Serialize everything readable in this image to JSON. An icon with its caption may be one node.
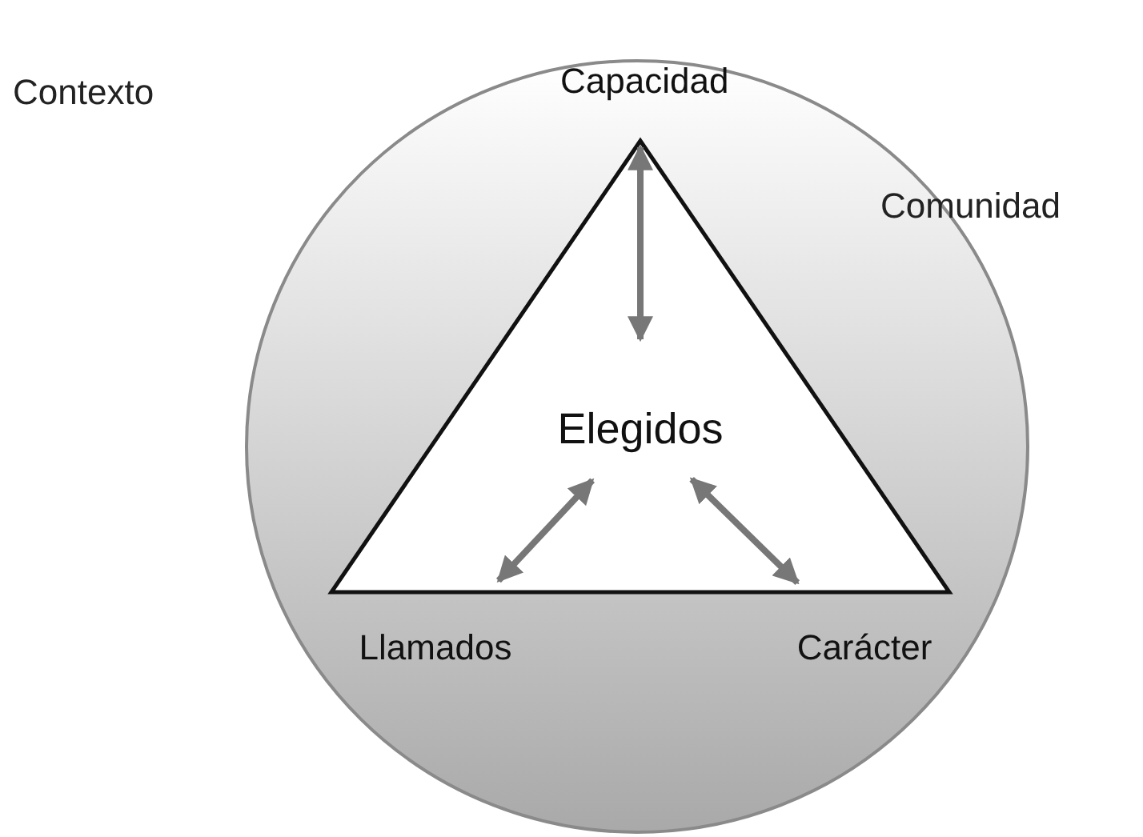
{
  "diagram": {
    "nodes": [
      {
        "text": [
          "Comunidad"
        ]
      },
      {
        "text": [],
        "shape": "triangle",
        "in": 0
      },
      {
        "text": [
          "Capacidad"
        ],
        "in": 0
      },
      {
        "text": [
          "Elegidos"
        ],
        "in": 1
      },
      {
        "text": [
          "Llamados"
        ],
        "in": 0
      },
      {
        "text": [
          "Carácter"
        ],
        "in": 0
      }
    ],
    "edges": [
      {
        "from": 3,
        "to": 2,
        "arrow": "both"
      },
      {
        "from": 3,
        "to": 4,
        "arrow": "both"
      },
      {
        "from": 3,
        "to": 5,
        "arrow": "both"
      }
    ],
    "labels": [
      "Contexto"
    ]
  }
}
